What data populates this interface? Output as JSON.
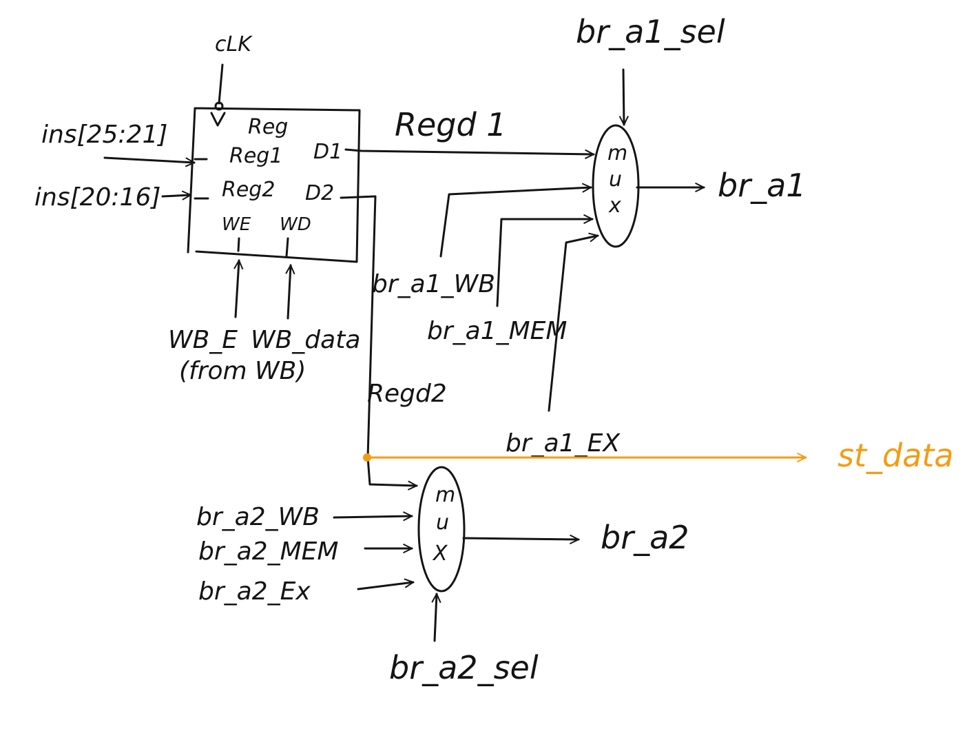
{
  "register_file": {
    "clk": "cLK",
    "title": "Reg",
    "port_reg1": "Reg1",
    "port_reg2": "Reg2",
    "port_d1": "D1",
    "port_d2": "D2",
    "port_we": "WE",
    "port_wd": "WD"
  },
  "inputs": {
    "ins_a": "ins[25:21]",
    "ins_b": "ins[20:16]",
    "wb_e": "WB_E",
    "wb_data": "WB_data",
    "from_wb": "(from WB)"
  },
  "wires": {
    "regd1": "Regd 1",
    "regd2": "Regd2",
    "br_a1_wb": "br_a1_WB",
    "br_a1_mem": "br_a1_MEM",
    "br_a1_ex": "br_a1_EX",
    "br_a2_wb": "br_a2_WB",
    "br_a2_mem": "br_a2_MEM",
    "br_a2_ex": "br_a2_Ex"
  },
  "mux1": {
    "sel": "br_a1_sel",
    "letters": [
      "m",
      "u",
      "x"
    ],
    "output": "br_a1"
  },
  "mux2": {
    "sel": "br_a2_sel",
    "letters": [
      "m",
      "u",
      "X"
    ],
    "output": "br_a2"
  },
  "store": {
    "output": "st_data",
    "color": "#f39c12"
  }
}
